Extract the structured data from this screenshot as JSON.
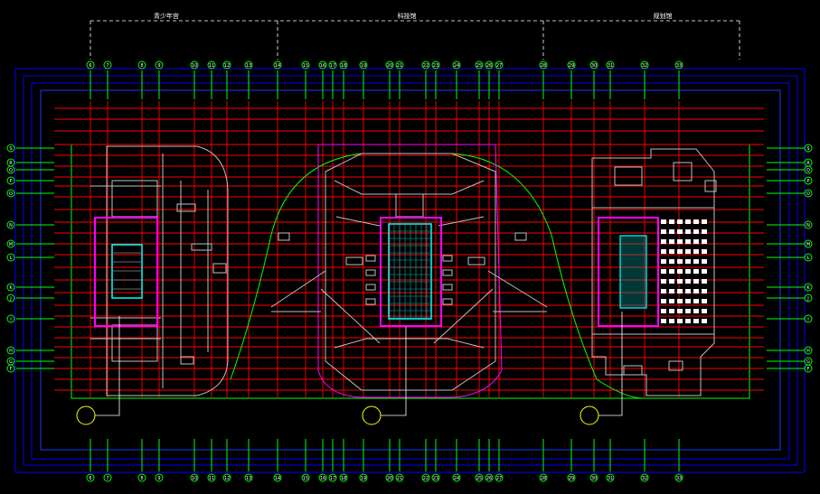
{
  "drawing": {
    "sections": [
      {
        "id": "left",
        "label": "青少年宫"
      },
      {
        "id": "center",
        "label": "科技馆"
      },
      {
        "id": "right",
        "label": "规划馆"
      }
    ],
    "column_grid": {
      "labels": [
        "6",
        "7",
        "8",
        "9",
        "10",
        "11",
        "12",
        "13",
        "14",
        "15",
        "16",
        "17",
        "18",
        "19",
        "20",
        "21",
        "22",
        "23",
        "24",
        "25",
        "26",
        "27",
        "28",
        "29",
        "30",
        "31",
        "32",
        "33"
      ]
    },
    "row_grid_left": [
      "S",
      "R",
      "Q",
      "P",
      "O",
      "N",
      "M",
      "L",
      "K",
      "J",
      "I",
      "H",
      "G",
      "F"
    ],
    "row_grid_right": [
      "S",
      "R",
      "Q",
      "P",
      "O",
      "N",
      "M",
      "L",
      "K",
      "J",
      "I",
      "H",
      "G",
      "F"
    ]
  },
  "colors": {
    "background": "#000000",
    "axis_lines": "#00ff00",
    "grid_lines": "#ff0000",
    "walls": "#bfbfbf",
    "boundary": "#0000ff",
    "highlight": "#ff00ff",
    "core": "#00ffff",
    "callout": "#ffff00"
  }
}
